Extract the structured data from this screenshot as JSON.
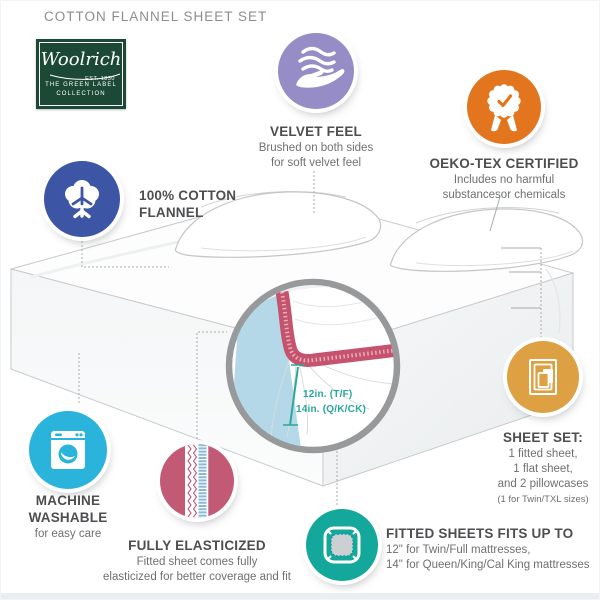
{
  "title": "COTTON FLANNEL SHEET SET",
  "logo": {
    "brand": "Woolrich",
    "est": "EST. 1830",
    "collection_line1": "THE GREEN LABEL",
    "collection_line2": "COLLECTION"
  },
  "features": {
    "velvet": {
      "heading": "VELVET FEEL",
      "line1": "Brushed on both sides",
      "line2": "for soft velvet feel",
      "color": "#968dc6",
      "icon": "hand-waves-icon"
    },
    "oeko": {
      "heading": "OEKO-TEX CERTIFIED",
      "line1": "Includes no harmful",
      "line2": "substancesor chemicals",
      "color": "#e2751d",
      "icon": "certificate-badge-icon"
    },
    "cotton": {
      "heading_line1": "100% COTTON",
      "heading_line2": "FLANNEL",
      "color": "#3c55a4",
      "icon": "cotton-boll-icon"
    },
    "machine": {
      "heading_line1": "MACHINE",
      "heading_line2": "WASHABLE",
      "sub": "for easy care",
      "color": "#2ab4dc",
      "icon": "washing-machine-icon"
    },
    "elastic": {
      "heading": "FULLY ELASTICIZED",
      "line1": "Fitted sheet comes fully",
      "line2": "elasticized for better coverage and fit",
      "color": "#c25a76",
      "icon": "elastic-band-icon"
    },
    "sheetset": {
      "heading": "SHEET SET:",
      "line1": "1 fitted sheet,",
      "line2": "1 flat sheet,",
      "line3": "and 2 pillowcases",
      "note": "(1 for Twin/TXL sizes)",
      "color": "#dda042",
      "icon": "sheet-stack-icon"
    },
    "fitted": {
      "heading": "FITTED SHEETS FITS UP TO",
      "line1": "12\" for Twin/Full mattresses,",
      "line2": "14\" for Queen/King/Cal King mattresses",
      "color": "#14a79b",
      "icon": "fitted-sheet-icon"
    }
  },
  "magnifier": {
    "depth_line1": "12in. (T/F)",
    "depth_line2": "14in. (Q/K/CK)",
    "accent": "#2aa79b"
  }
}
